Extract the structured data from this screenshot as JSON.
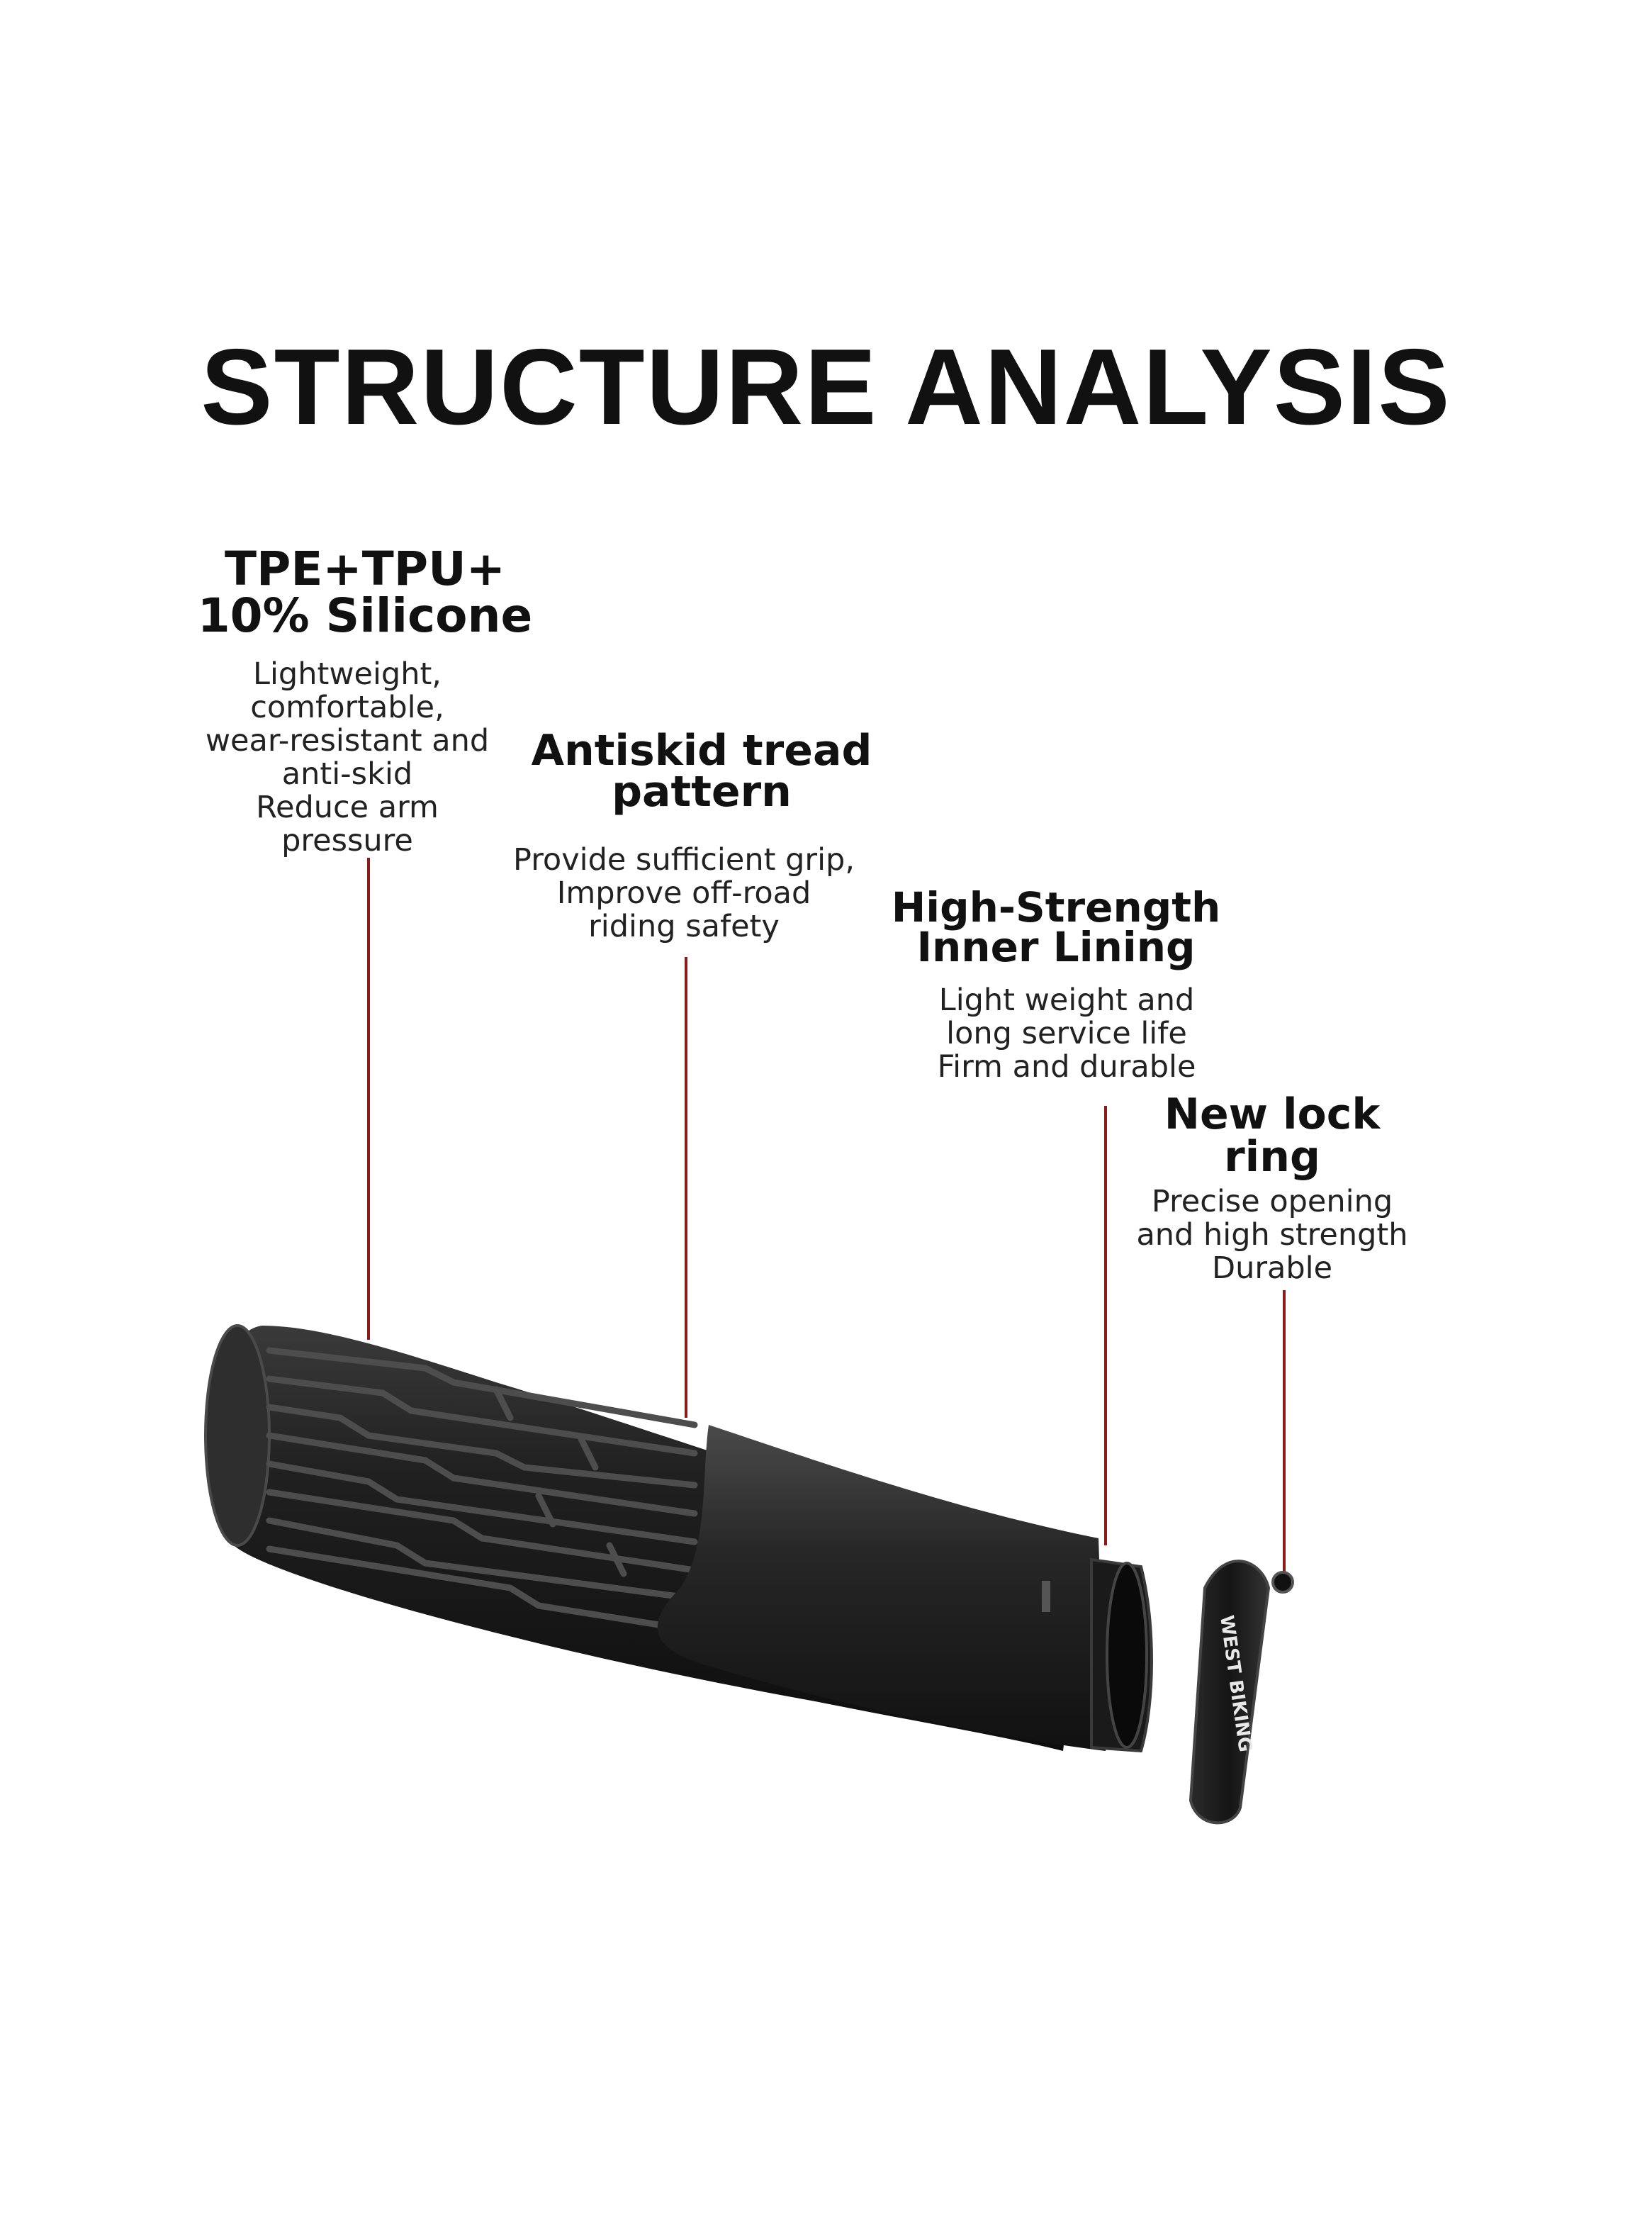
{
  "heading": "STRUCTURE ANALYSIS",
  "accent_line_color": "#8b1a1a",
  "features": [
    {
      "title_lines": [
        "TPE+TPU+",
        "10% Silicone"
      ],
      "desc_lines": [
        "Lightweight,",
        "comfortable,",
        "wear-resistant and",
        "anti-skid",
        "Reduce arm",
        "pressure"
      ]
    },
    {
      "title_lines": [
        "Antiskid tread",
        "pattern"
      ],
      "desc_lines": [
        "Provide sufficient grip,",
        "Improve off-road",
        "riding safety"
      ]
    },
    {
      "title_lines": [
        "High-Strength",
        "Inner Lining"
      ],
      "desc_lines": [
        "Light weight and",
        "long service life",
        "Firm and durable"
      ]
    },
    {
      "title_lines": [
        "New lock",
        "ring"
      ],
      "desc_lines": [
        "Precise opening",
        "and high strength",
        "Durable"
      ]
    }
  ],
  "product": {
    "name": "bike-handlebar-grip",
    "lock_ring_brand": "WEST BIKING"
  }
}
